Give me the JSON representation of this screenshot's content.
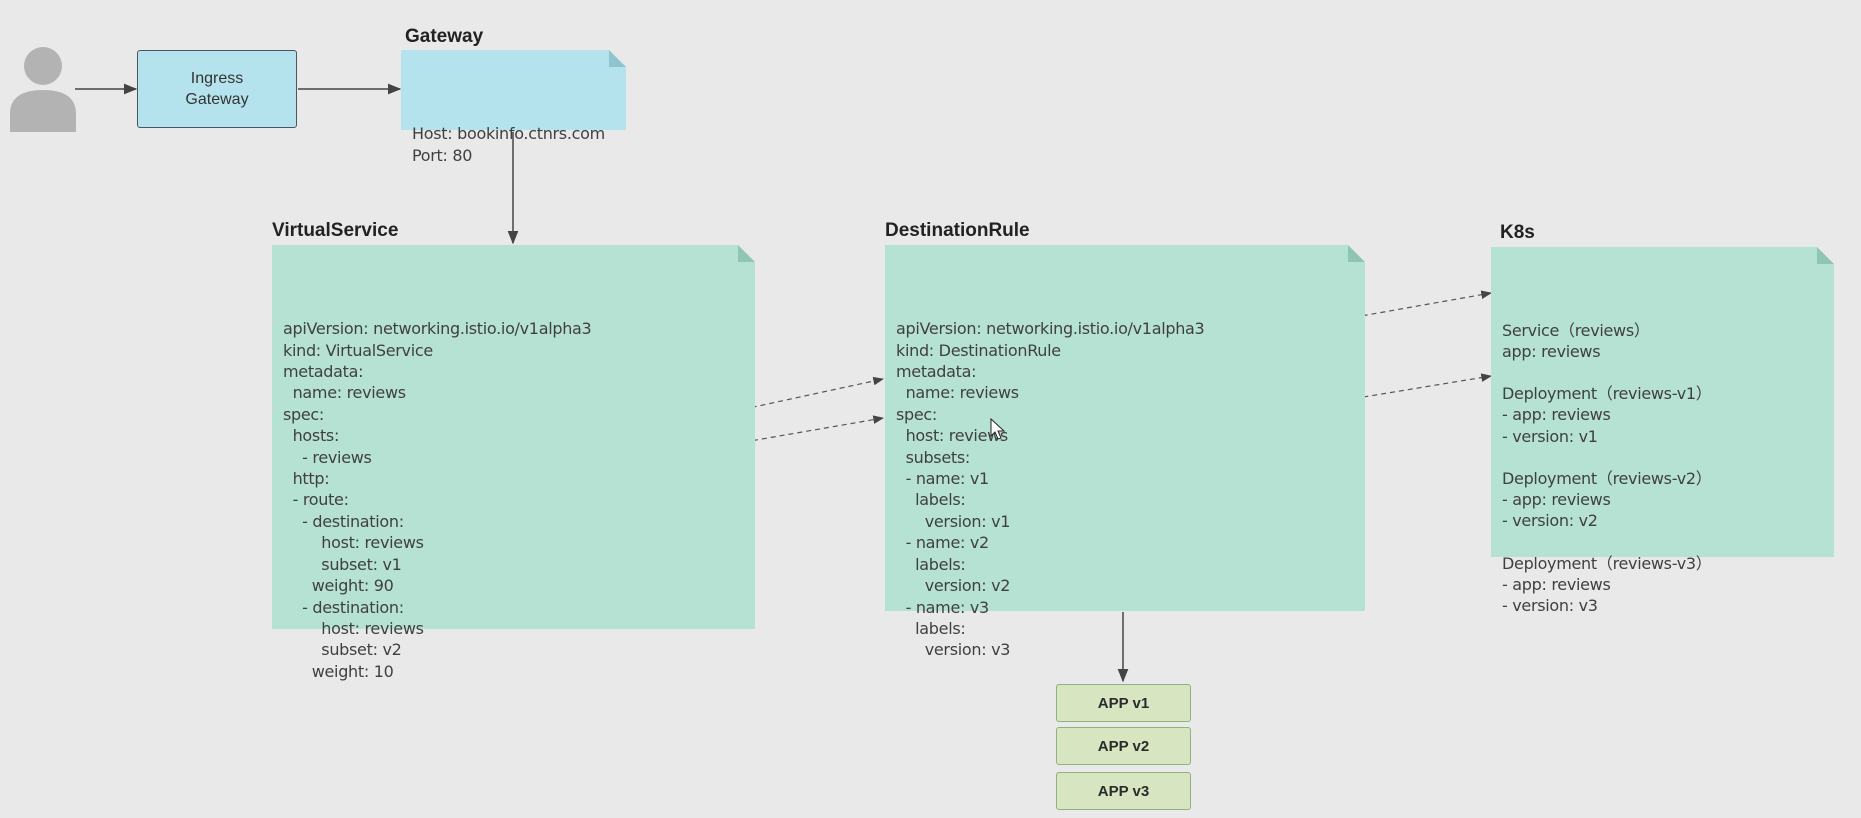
{
  "ingress": {
    "line1": "Ingress",
    "line2": "Gateway"
  },
  "gateway": {
    "title": "Gateway",
    "text": "Host: bookinfo.ctnrs.com\nPort: 80"
  },
  "virtual_service": {
    "title": "VirtualService",
    "text": "apiVersion: networking.istio.io/v1alpha3\nkind: VirtualService\nmetadata:\n  name: reviews\nspec:\n  hosts:\n    - reviews\n  http:\n  - route:\n    - destination:\n        host: reviews\n        subset: v1\n      weight: 90\n    - destination:\n        host: reviews\n        subset: v2\n      weight: 10"
  },
  "destination_rule": {
    "title": "DestinationRule",
    "text": "apiVersion: networking.istio.io/v1alpha3\nkind: DestinationRule\nmetadata:\n  name: reviews\nspec:\n  host: reviews\n  subsets:\n  - name: v1\n    labels:\n      version: v1\n  - name: v2\n    labels:\n      version: v2\n  - name: v3\n    labels:\n      version: v3"
  },
  "k8s": {
    "title": "K8s",
    "text": "Service（reviews）\napp: reviews\n\nDeployment（reviews-v1）\n- app: reviews\n- version: v1\n\nDeployment（reviews-v2）\n- app: reviews\n- version: v2\n\nDeployment（reviews-v3）\n- app: reviews\n- version: v3"
  },
  "apps": [
    "APP v1",
    "APP v2",
    "APP v3"
  ],
  "colors": {
    "background": "#e9e9e9",
    "blue_box": "#b5e3ed",
    "green_note": "#b6e2d3",
    "app_box": "#d7e5c1",
    "person": "#b3b3b3"
  }
}
